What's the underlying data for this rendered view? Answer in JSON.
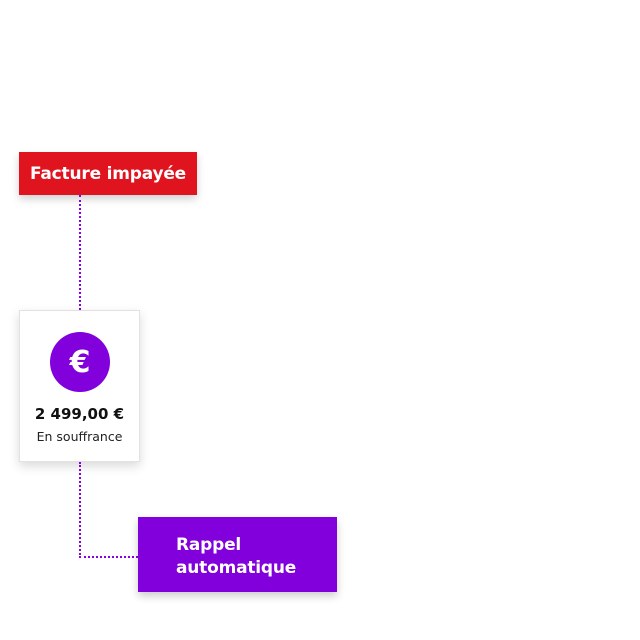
{
  "nodes": {
    "unpaid_invoice": {
      "label": "Facture impayée",
      "color": "#e0141e"
    },
    "invoice_card": {
      "icon": "euro-icon",
      "icon_glyph": "€",
      "amount": "2 499,00 €",
      "status": "En souffrance",
      "accent": "#8200db"
    },
    "auto_reminder": {
      "label_line1": "Rappel",
      "label_line2": "automatique",
      "color": "#8200db"
    }
  },
  "connector_color": "#8a00e0"
}
